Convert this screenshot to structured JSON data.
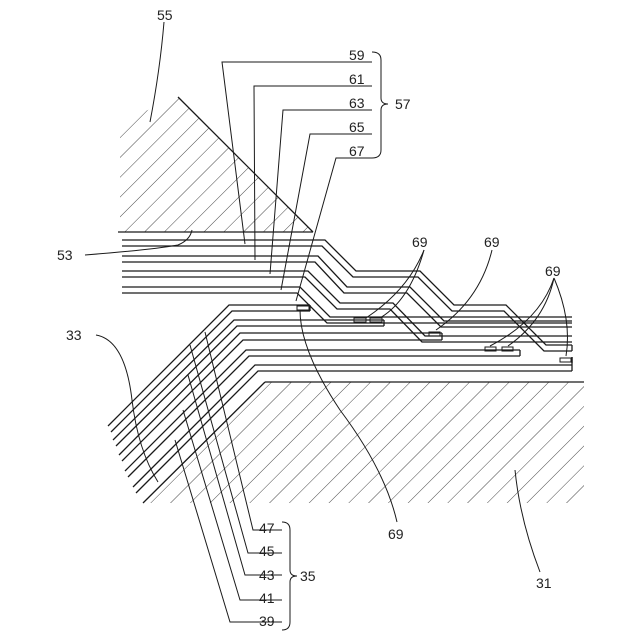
{
  "figure": {
    "labels": {
      "substrate": "31",
      "lower_film_lead": "33",
      "lower_stack_bracket": "35",
      "lower_layers": [
        "39",
        "41",
        "43",
        "45",
        "47"
      ],
      "upper_surface": "53",
      "upper_block": "55",
      "upper_stack_bracket": "57",
      "upper_layers": [
        "59",
        "61",
        "63",
        "65",
        "67"
      ],
      "contacts": "69"
    },
    "colors": {
      "line": "#1a1a1a",
      "hatch": "#333333",
      "background": "#ffffff"
    }
  }
}
